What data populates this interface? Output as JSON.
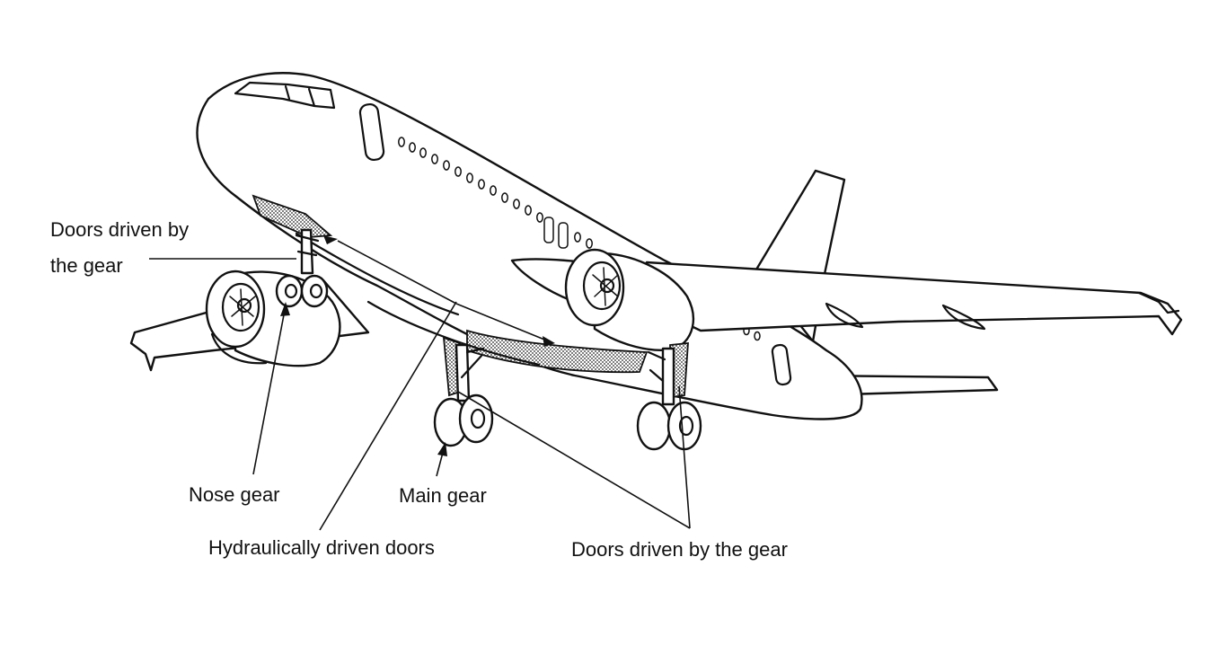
{
  "diagram": {
    "labels": {
      "doors_gear_left": "Doors driven by\nthe gear",
      "nose_gear": "Nose gear",
      "main_gear": "Main gear",
      "hydraulic_doors": "Hydraulically driven doors",
      "doors_gear_right": "Doors driven by the gear"
    },
    "colors": {
      "ink": "#111111",
      "background": "#ffffff"
    }
  }
}
